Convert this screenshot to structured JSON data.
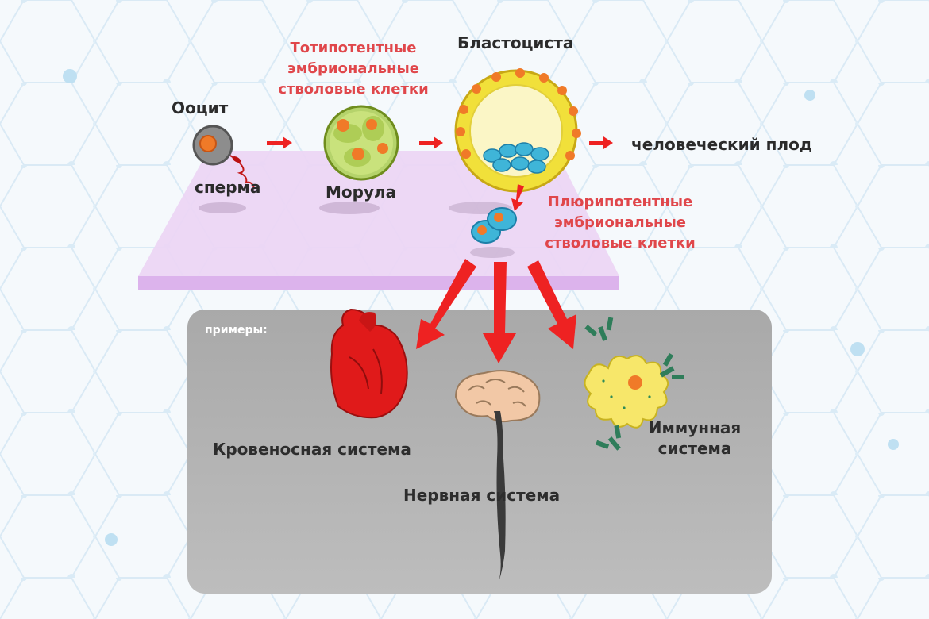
{
  "stages": {
    "oocyte": "Ооцит",
    "sperm": "сперма",
    "morula": "Морула",
    "totipotent": [
      "Тотипотентные",
      "эмбриональные",
      "стволовые клетки"
    ],
    "blastocyst": "Бластоциста",
    "human_fetus": "человеческий плод",
    "pluripotent": [
      "Плюрипотентные",
      "эмбриональные",
      "стволовые клетки"
    ]
  },
  "examples_label": "примеры:",
  "systems": {
    "circulatory": "Кровеносная система",
    "nervous": "Нервная система",
    "immune": [
      "Иммунная",
      "система"
    ]
  },
  "colors": {
    "accent_red": "#e0474b",
    "arrow_red": "#ee2222",
    "platform": "#e6c8f2",
    "panel": "#b3b3b3",
    "cell_yellow": "#f1e03a",
    "cell_orange": "#f07a28",
    "stem_cyan": "#3fb5d8"
  },
  "icons": [
    "heart-icon",
    "brain-icon",
    "immune-cell-icon",
    "antibody-icon",
    "oocyte-icon",
    "morula-icon",
    "blastocyst-icon",
    "stem-cells-icon"
  ]
}
